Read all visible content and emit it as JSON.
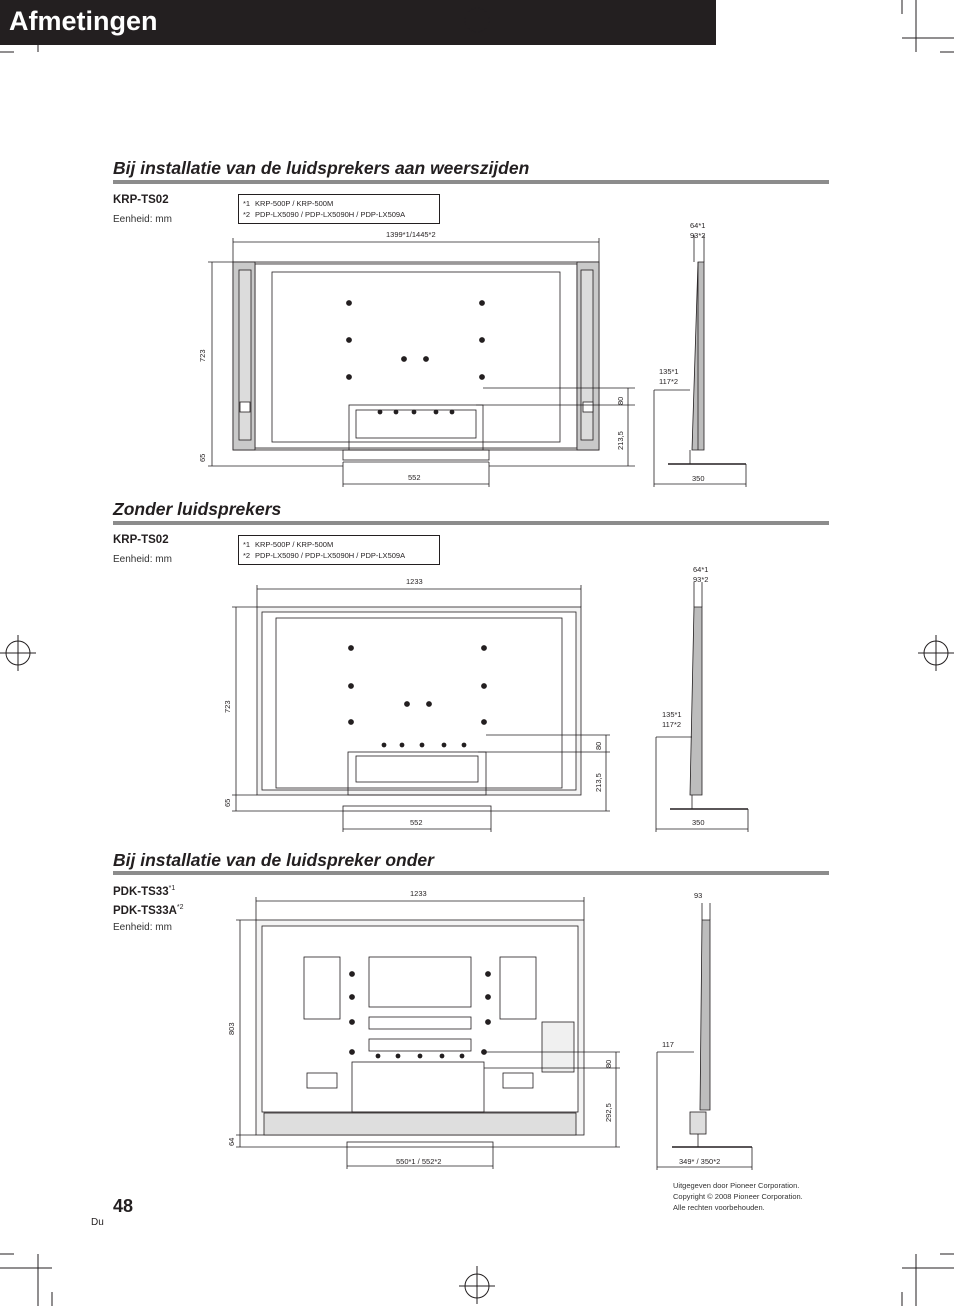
{
  "title": "Afmetingen",
  "page": {
    "number": "48",
    "lang": "Du"
  },
  "publisher": [
    "Uitgegeven door Pioneer Corporation.",
    "Copyright © 2008 Pioneer Corporation.",
    "Alle rechten voorbehouden."
  ],
  "sections": [
    {
      "title": "Bij installatie van de luidsprekers aan weerszijden",
      "model": "KRP-TS02",
      "unit": "Eenheid: mm",
      "notes": [
        {
          "key": "*1",
          "text": "KRP-500P / KRP-500M"
        },
        {
          "key": "*2",
          "text": "PDP-LX5090 / PDP-LX5090H / PDP-LX509A"
        }
      ],
      "dims": {
        "width": "1399*1/1445*2",
        "height": "723",
        "bottom": "65",
        "stand": "552",
        "v80": "80",
        "v213": "213,5",
        "depth_top": "64*1",
        "depth_top2": "93*2",
        "side1": "135*1",
        "side2": "117*2",
        "base": "350"
      }
    },
    {
      "title": "Zonder luidsprekers",
      "model": "KRP-TS02",
      "unit": "Eenheid: mm",
      "notes": [
        {
          "key": "*1",
          "text": "KRP-500P / KRP-500M"
        },
        {
          "key": "*2",
          "text": "PDP-LX5090 / PDP-LX5090H / PDP-LX509A"
        }
      ],
      "dims": {
        "width": "1233",
        "height": "723",
        "bottom": "65",
        "stand": "552",
        "v80": "80",
        "v213": "213,5",
        "depth_top": "64*1",
        "depth_top2": "93*2",
        "side1": "135*1",
        "side2": "117*2",
        "base": "350"
      }
    },
    {
      "title": "Bij installatie van de luidspreker onder",
      "model1": "PDK-TS33",
      "model1_sup": "*1",
      "model2": "PDK-TS33A",
      "model2_sup": "*2",
      "unit": "Eenheid: mm",
      "dims": {
        "width": "1233",
        "height": "803",
        "bottom": "64",
        "stand": "550*1 / 552*2",
        "v80": "80",
        "v292": "292,5",
        "depth_top": "93",
        "side": "117",
        "base": "349* / 350*2"
      }
    }
  ]
}
